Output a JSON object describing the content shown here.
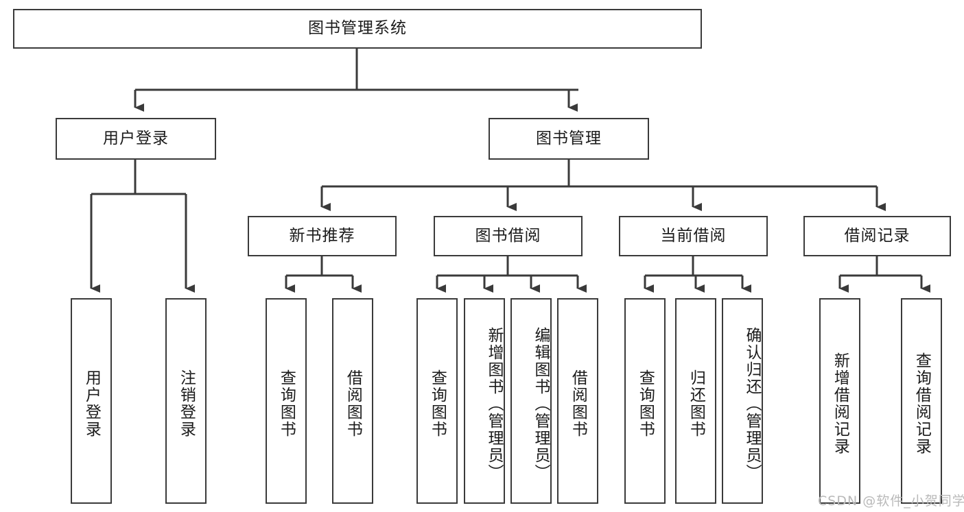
{
  "diagram": {
    "type": "tree",
    "title": "图书管理系统",
    "root": {
      "label": "图书管理系统"
    },
    "level2": [
      {
        "label": "用户登录"
      },
      {
        "label": "图书管理"
      }
    ],
    "level3": [
      {
        "label": "新书推荐"
      },
      {
        "label": "图书借阅"
      },
      {
        "label": "当前借阅"
      },
      {
        "label": "借阅记录"
      }
    ],
    "leaves": {
      "user_login": [
        {
          "label": "用户登录"
        },
        {
          "label": "注销登录"
        }
      ],
      "new_book_recommend": [
        {
          "label": "查询图书"
        },
        {
          "label": "借阅图书"
        }
      ],
      "book_borrow": [
        {
          "label": "查询图书"
        },
        {
          "label": "新增图书（管理员）"
        },
        {
          "label": "编辑图书（管理员）"
        },
        {
          "label": "借阅图书"
        }
      ],
      "current_borrow": [
        {
          "label": "查询图书"
        },
        {
          "label": "归还图书"
        },
        {
          "label": "确认归还（管理员）"
        }
      ],
      "borrow_record": [
        {
          "label": "新增借阅记录"
        },
        {
          "label": "查询借阅记录"
        }
      ]
    }
  },
  "watermark": {
    "text": "CSDN @软件_小贺同学"
  },
  "colors": {
    "border": "#3a3a3a",
    "text": "#1b1b1b",
    "background": "#ffffff",
    "edge": "#3a3a3a",
    "watermark": "#b9b9b9"
  }
}
